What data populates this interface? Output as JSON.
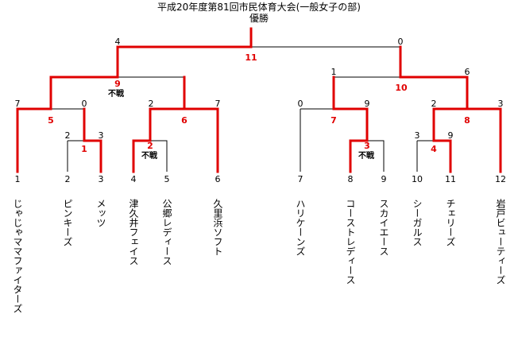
{
  "title": "平成20年度第81回市民体育大会(一般女子の部)",
  "winner_label": "優勝",
  "colors": {
    "win_line": "#e00000",
    "line": "#000000",
    "match_number": "#e00000"
  },
  "teams": [
    {
      "seed": "1",
      "name": "じゃじゃママファイターズ"
    },
    {
      "seed": "2",
      "name": "ピンキーズ"
    },
    {
      "seed": "3",
      "name": "メッツ"
    },
    {
      "seed": "4",
      "name": "津久井フェイス"
    },
    {
      "seed": "5",
      "name": "公郷レディース"
    },
    {
      "seed": "6",
      "name": "久里浜ソフト"
    },
    {
      "seed": "7",
      "name": "ハリケーンズ"
    },
    {
      "seed": "8",
      "name": "コーストレディース"
    },
    {
      "seed": "9",
      "name": "スカイエース"
    },
    {
      "seed": "10",
      "name": "シーガルス"
    },
    {
      "seed": "11",
      "name": "チェリーズ"
    },
    {
      "seed": "12",
      "name": "岩戸ビューティーズ"
    }
  ],
  "matches": [
    {
      "number": "1",
      "left_score": "2",
      "right_score": "3",
      "note": ""
    },
    {
      "number": "2",
      "left_score": "",
      "right_score": "",
      "note": "不戦"
    },
    {
      "number": "3",
      "left_score": "",
      "right_score": "",
      "note": "不戦"
    },
    {
      "number": "4",
      "left_score": "3",
      "right_score": "9",
      "note": ""
    },
    {
      "number": "5",
      "left_score": "7",
      "right_score": "0",
      "note": ""
    },
    {
      "number": "6",
      "left_score": "2",
      "right_score": "7",
      "note": ""
    },
    {
      "number": "7",
      "left_score": "0",
      "right_score": "9",
      "note": ""
    },
    {
      "number": "8",
      "left_score": "2",
      "right_score": "3",
      "note": ""
    },
    {
      "number": "9",
      "left_score": "",
      "right_score": "",
      "note": "不戦"
    },
    {
      "number": "10",
      "left_score": "1",
      "right_score": "6",
      "note": ""
    },
    {
      "number": "11",
      "left_score": "4",
      "right_score": "0",
      "note": ""
    }
  ]
}
